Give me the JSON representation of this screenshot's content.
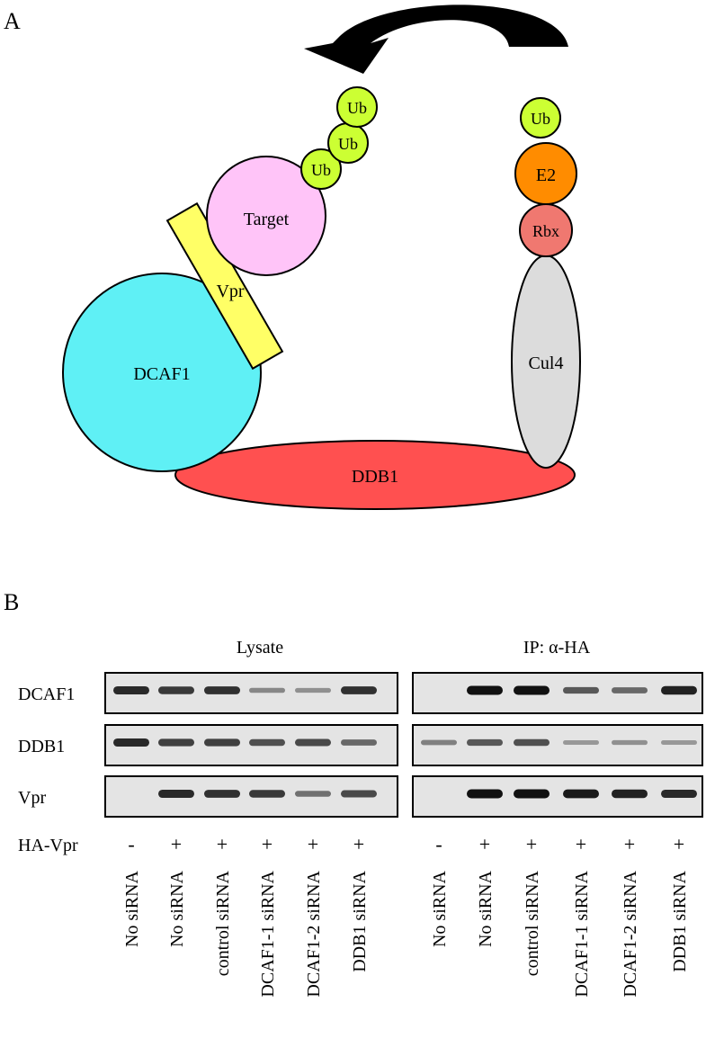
{
  "panel_a": {
    "label": "A",
    "molecules": {
      "dcaf1": "DCAF1",
      "vpr": "Vpr",
      "target": "Target",
      "ub": "Ub",
      "e2": "E2",
      "rbx": "Rbx",
      "cul4": "Cul4",
      "ddb1": "DDB1"
    },
    "colors": {
      "dcaf1": "#5ff0f5",
      "vpr": "#ffff66",
      "target": "#ffc4f8",
      "ub": "#ccff33",
      "e2": "#ff8c00",
      "rbx": "#f07870",
      "cul4": "#dcdcdc",
      "ddb1": "#ff5050",
      "arrow": "#000000"
    }
  },
  "panel_b": {
    "label": "B",
    "group_lysate": "Lysate",
    "group_ip": "IP: α-HA",
    "row_labels": [
      "DCAF1",
      "DDB1",
      "Vpr"
    ],
    "treatment_label": "HA-Vpr",
    "asterisk": "*",
    "lanes": [
      {
        "sign": "-",
        "name": "No siRNA"
      },
      {
        "sign": "+",
        "name": "No siRNA"
      },
      {
        "sign": "+",
        "name": "control siRNA"
      },
      {
        "sign": "+",
        "name": "DCAF1-1 siRNA"
      },
      {
        "sign": "+",
        "name": "DCAF1-2 siRNA"
      },
      {
        "sign": "+",
        "name": "DDB1 siRNA"
      }
    ],
    "band_intensity": {
      "lysate": {
        "dcaf1": [
          0.85,
          0.75,
          0.8,
          0.25,
          0.2,
          0.8
        ],
        "ddb1": [
          0.85,
          0.7,
          0.7,
          0.6,
          0.65,
          0.45
        ],
        "vpr": [
          0.0,
          0.85,
          0.8,
          0.75,
          0.4,
          0.65
        ]
      },
      "ip": {
        "dcaf1": [
          0.0,
          1.0,
          1.0,
          0.55,
          0.45,
          0.9
        ],
        "ddb1": [
          0.3,
          0.55,
          0.6,
          0.15,
          0.2,
          0.15
        ],
        "vpr": [
          0.0,
          1.0,
          1.0,
          0.95,
          0.9,
          0.85
        ]
      }
    }
  }
}
